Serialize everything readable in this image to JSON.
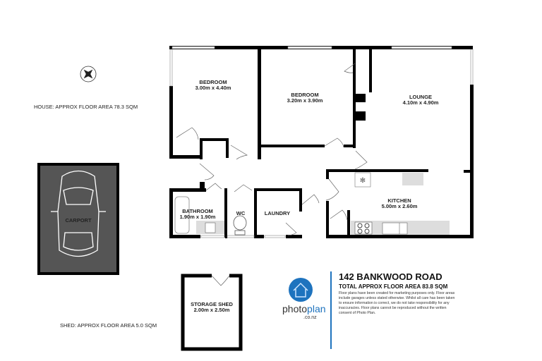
{
  "notes": {
    "house": "HOUSE: APPROX FLOOR AREA 78.3 SQM",
    "shed": "SHED: APPROX FLOOR AREA 5.0 SQM"
  },
  "rooms": {
    "bedroom1": {
      "name": "BEDROOM",
      "size": "3.00m  x 4.40m"
    },
    "bedroom2": {
      "name": "BEDROOM",
      "size": "3.20m  x 3.90m"
    },
    "lounge": {
      "name": "LOUNGE",
      "size": "4.10m  x 4.90m"
    },
    "kitchen": {
      "name": "KITCHEN",
      "size": "5.00m  x 2.60m"
    },
    "bathroom": {
      "name": "BATHROOM",
      "size": "1.90m  x 1.90m"
    },
    "wc": {
      "name": "WC"
    },
    "laundry": {
      "name": "LAUNDRY"
    },
    "carport": {
      "name": "CARPORT"
    },
    "shed": {
      "name": "STORAGE SHED",
      "size": "2.00m  x 2.50m"
    }
  },
  "info": {
    "address": "142 BANKWOOD ROAD",
    "total": "TOTAL APPROX FLOOR AREA 83.8 SQM",
    "disclaimer": "Floor plans have been created for marketing purposes only. Floor areas include garages unless stated otherwise. Whilst all care has been taken to ensure information is correct, we do not take responsibility for any inaccuracies. Floor plans cannot be reproduced without the written consent of Photo Plan.",
    "brand_a": "photo",
    "brand_b": "plan",
    "brand_domain": ".co.nz"
  },
  "colors": {
    "wall": "#000000",
    "brand": "#1e73be",
    "carport": "#555555",
    "fixture": "#dddddd"
  },
  "icons": {
    "compass": "compass-icon",
    "logo": "house-logo-icon"
  }
}
